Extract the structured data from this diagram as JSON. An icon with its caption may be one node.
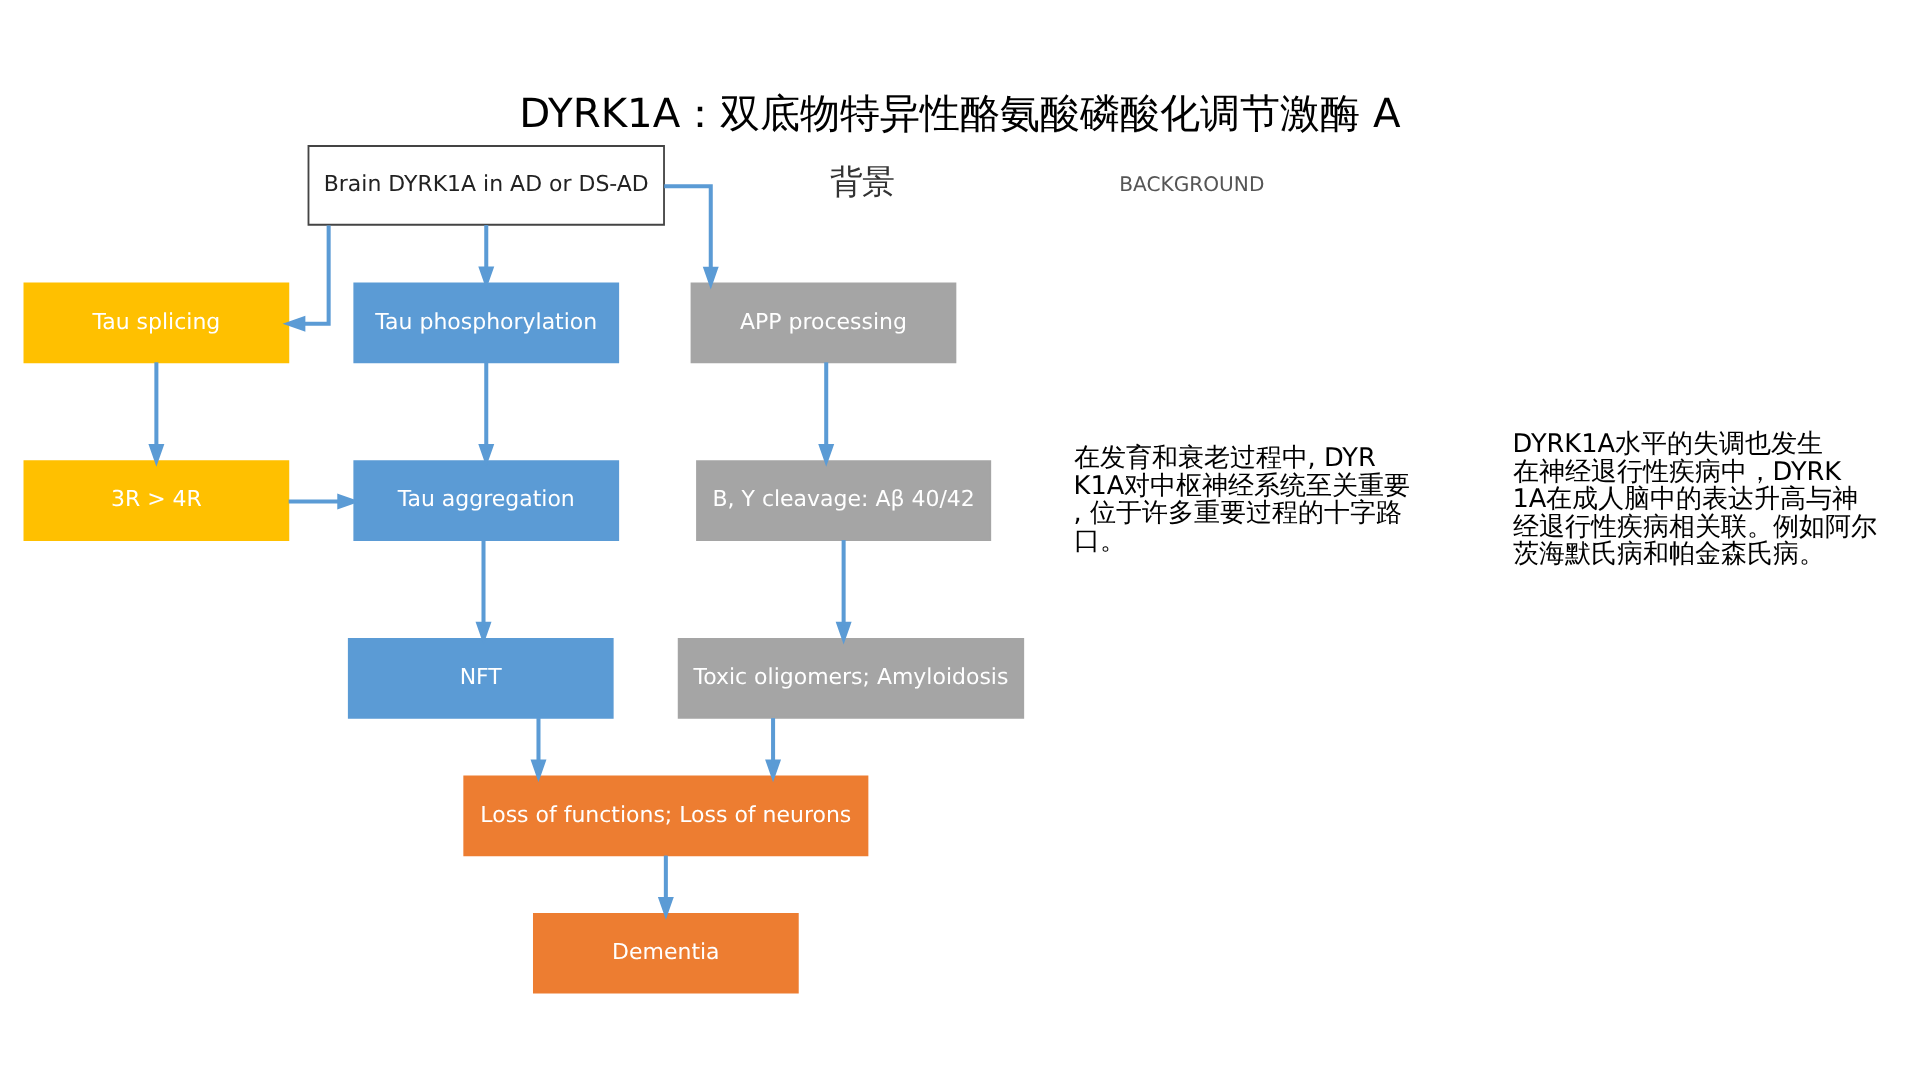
{
  "diagram": {
    "title": "DYRK1A：双底物特异性酪氨酸磷酸化调节激酶 A",
    "nodes": [
      {
        "text": [
          "Brain DYRK1A in AD or DS-AD"
        ]
      },
      {
        "text": [
          "Tau phosphorylation"
        ]
      },
      {
        "text": [
          "Tau splicing"
        ]
      },
      {
        "text": [
          "APP processing"
        ]
      },
      {
        "text": [
          "Tau aggregation"
        ]
      },
      {
        "text": [
          "3R > 4R"
        ]
      },
      {
        "text": [
          "B, Y cleavage: Aβ 40/42"
        ]
      },
      {
        "text": [
          "NFT"
        ]
      },
      {
        "text": [
          "Toxic oligomers; Amyloidosis"
        ]
      },
      {
        "text": [
          "Loss of functions; Loss of neurons"
        ]
      },
      {
        "text": [
          "Dementia"
        ]
      }
    ],
    "edges": [
      {
        "from": 0,
        "to": 1,
        "arrow": "to"
      },
      {
        "from": 0,
        "to": 2,
        "arrow": "to"
      },
      {
        "from": 0,
        "to": 3,
        "arrow": "to"
      },
      {
        "from": 1,
        "to": 4,
        "arrow": "to"
      },
      {
        "from": 2,
        "to": 5,
        "arrow": "to"
      },
      {
        "from": 3,
        "to": 6,
        "arrow": "to"
      },
      {
        "from": 5,
        "to": 4,
        "arrow": "to"
      },
      {
        "from": 4,
        "to": 7,
        "arrow": "to"
      },
      {
        "from": 6,
        "to": 8,
        "arrow": "to"
      },
      {
        "from": 7,
        "to": 9,
        "arrow": "to"
      },
      {
        "from": 8,
        "to": 9,
        "arrow": "to"
      },
      {
        "from": 9,
        "to": 10,
        "arrow": "to"
      }
    ],
    "labels": [
      "背景",
      "BACKGROUND",
      "在发育和衰老过程中, DYRK1A对中枢神经系统至关重要, 位于许多重要过程的十字路口。",
      "DYRK1A水平的失调也发生在神经退行性疾病中，DYRK1A在成人脑中的表达升高与神经退行性疾病相关联。例如阿尔茨海默氏病和帕金森氏病。"
    ]
  }
}
